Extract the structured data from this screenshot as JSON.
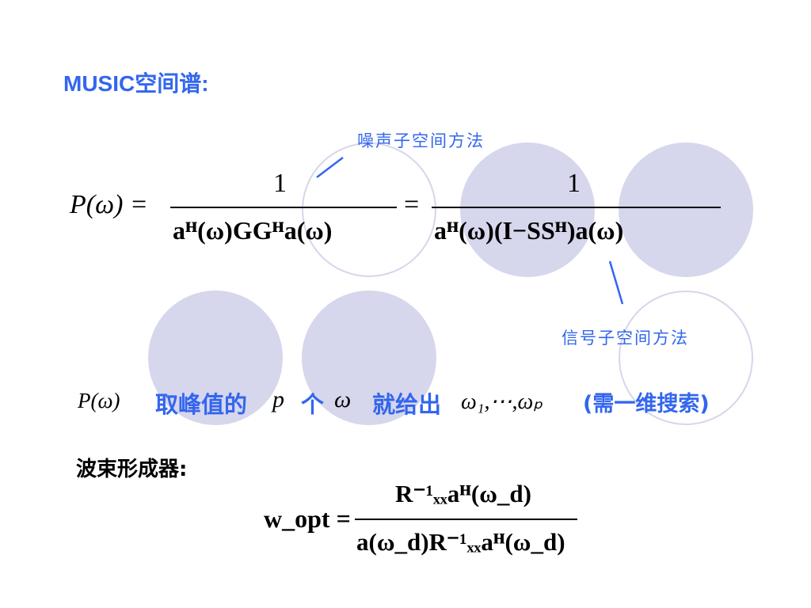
{
  "slide": {
    "title": "MUSIC空间谱:",
    "noise_label": "噪声子空间方法",
    "signal_label": "信号子空间方法",
    "peak_text_1": "取峰值的",
    "peak_text_2": "个",
    "peak_text_3": "就给出",
    "peak_text_4": "(需一维搜索)",
    "beamformer_title": "波束形成器:"
  },
  "formulas": {
    "music_lhs": "P(ω) =",
    "music_num1": "1",
    "music_den1": "aᴴ(ω)GGᴴa(ω)",
    "music_equals": "=",
    "music_num2": "1",
    "music_den2": "aᴴ(ω)(I−SSᴴ)a(ω)",
    "peak_func": "P(ω)",
    "peak_p": "p",
    "peak_omega": "ω",
    "peak_set": "ω₁,⋯,ωₚ",
    "wopt_lhs": "w_opt =",
    "wopt_num": "R⁻¹ₓₓaᴴ(ω_d)",
    "wopt_den": "a(ω_d)R⁻¹ₓₓaᴴ(ω_d)"
  },
  "colors": {
    "accent_text": "#3366ee",
    "circle_fill": "#d6d6ec"
  }
}
